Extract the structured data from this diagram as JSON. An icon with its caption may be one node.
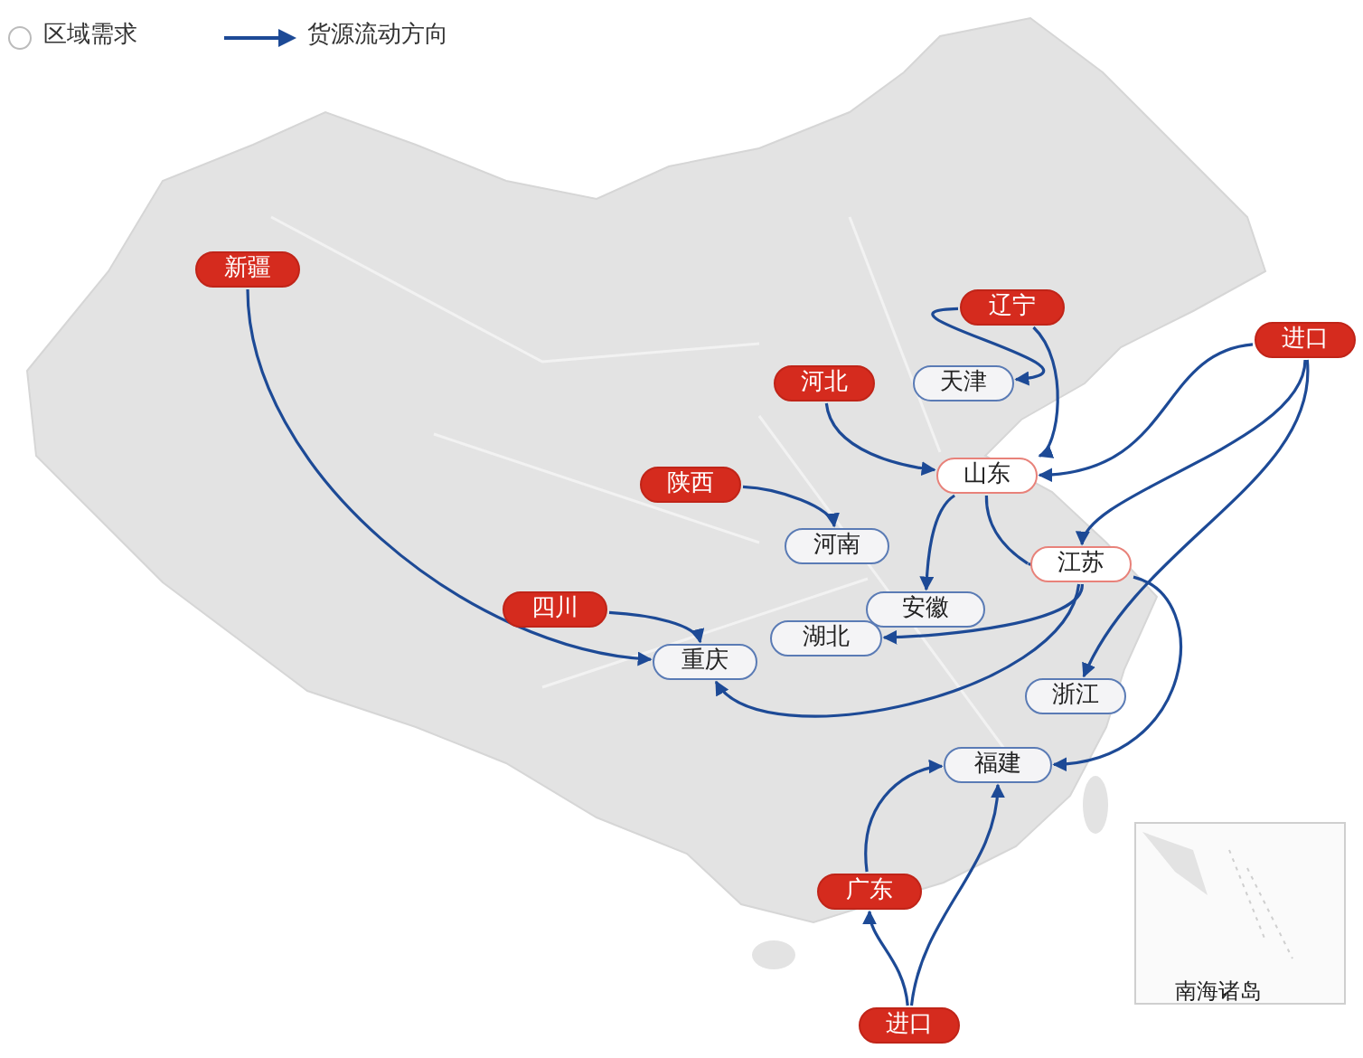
{
  "diagram": {
    "nodes": [
      {
        "text": [
          "新疆"
        ]
      },
      {
        "text": [
          "辽宁"
        ]
      },
      {
        "text": [
          "进口"
        ]
      },
      {
        "text": [
          "河北"
        ]
      },
      {
        "text": [
          "天津"
        ]
      },
      {
        "text": [
          "山东"
        ]
      },
      {
        "text": [
          "陕西"
        ]
      },
      {
        "text": [
          "河南"
        ]
      },
      {
        "text": [
          "江苏"
        ]
      },
      {
        "text": [
          "四川"
        ]
      },
      {
        "text": [
          "安徽"
        ]
      },
      {
        "text": [
          "湖北"
        ]
      },
      {
        "text": [
          "重庆"
        ]
      },
      {
        "text": [
          "浙江"
        ]
      },
      {
        "text": [
          "福建"
        ]
      },
      {
        "text": [
          "广东"
        ]
      },
      {
        "text": [
          "进口"
        ]
      }
    ],
    "edges": [
      {
        "from": 0,
        "to": 12,
        "arrow": "to"
      },
      {
        "from": 1,
        "to": 4,
        "arrow": "to"
      },
      {
        "from": 1,
        "to": 5,
        "arrow": "to"
      },
      {
        "from": 2,
        "to": 5,
        "arrow": "to"
      },
      {
        "from": 2,
        "to": 8,
        "arrow": "to"
      },
      {
        "from": 2,
        "to": 13,
        "arrow": "to"
      },
      {
        "from": 3,
        "to": 5,
        "arrow": "to"
      },
      {
        "from": 6,
        "to": 7,
        "arrow": "to"
      },
      {
        "from": 5,
        "to": 10,
        "arrow": "to"
      },
      {
        "from": 5,
        "to": 8,
        "arrow": "to"
      },
      {
        "from": 9,
        "to": 12,
        "arrow": "to"
      },
      {
        "from": 8,
        "to": 11,
        "arrow": "to"
      },
      {
        "from": 8,
        "to": 12,
        "arrow": "to"
      },
      {
        "from": 8,
        "to": 14,
        "arrow": "to"
      },
      {
        "from": 15,
        "to": 14,
        "arrow": "to"
      },
      {
        "from": 16,
        "to": 15,
        "arrow": "to"
      },
      {
        "from": 16,
        "to": 14,
        "arrow": "to"
      }
    ],
    "labels": [
      "南海诸岛"
    ],
    "legend": [
      {
        "text": "区域需求"
      },
      {
        "text": "货源流动方向"
      }
    ]
  }
}
